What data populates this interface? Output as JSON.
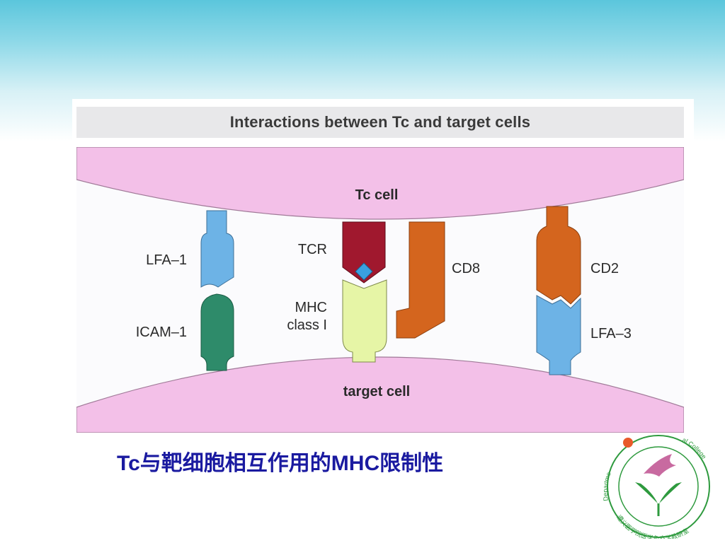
{
  "title": "Interactions between Tc and target cells",
  "cells": {
    "top": "Tc cell",
    "bottom": "target cell"
  },
  "molecules": {
    "lfa1": "LFA–1",
    "icam1": "ICAM–1",
    "tcr": "TCR",
    "mhc_line1": "MHC",
    "mhc_line2": "class I",
    "cd8": "CD8",
    "cd2": "CD2",
    "lfa3": "LFA–3"
  },
  "caption": "Tc与靶细胞相互作用的MHC限制性",
  "logo": {
    "arc_left": "Departme",
    "arc_right": "al College",
    "bottom_text": "遵义医学院医学免疫学教研室"
  },
  "colors": {
    "membrane": "#f3c0e8",
    "lfa1": "#6db3e6",
    "icam1": "#2e8b6a",
    "tcr": "#a0182e",
    "mhc": "#e6f5a6",
    "cd8": "#d4651e",
    "cd2": "#d4651e",
    "lfa3": "#6db3e6",
    "peptide": "#3aa0e0",
    "caption": "#1a1aa0",
    "logo_green": "#2e9a3e"
  }
}
